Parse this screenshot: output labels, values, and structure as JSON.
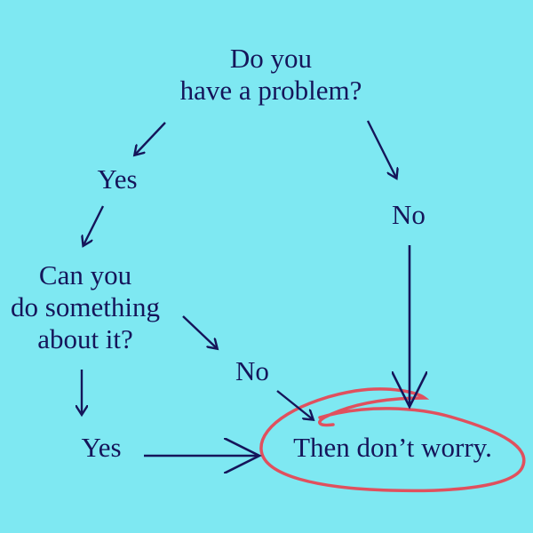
{
  "colors": {
    "background": "#7ee8f2",
    "ink": "#15155a",
    "circle": "#e0505e"
  },
  "question1": {
    "line1": "Do you",
    "line2": "have a problem?"
  },
  "answer1_yes": "Yes",
  "answer1_no": "No",
  "question2": {
    "line1": "Can you",
    "line2": "do something",
    "line3": "about it?"
  },
  "answer2_no": "No",
  "answer2_yes": "Yes",
  "result": "Then don’t worry."
}
